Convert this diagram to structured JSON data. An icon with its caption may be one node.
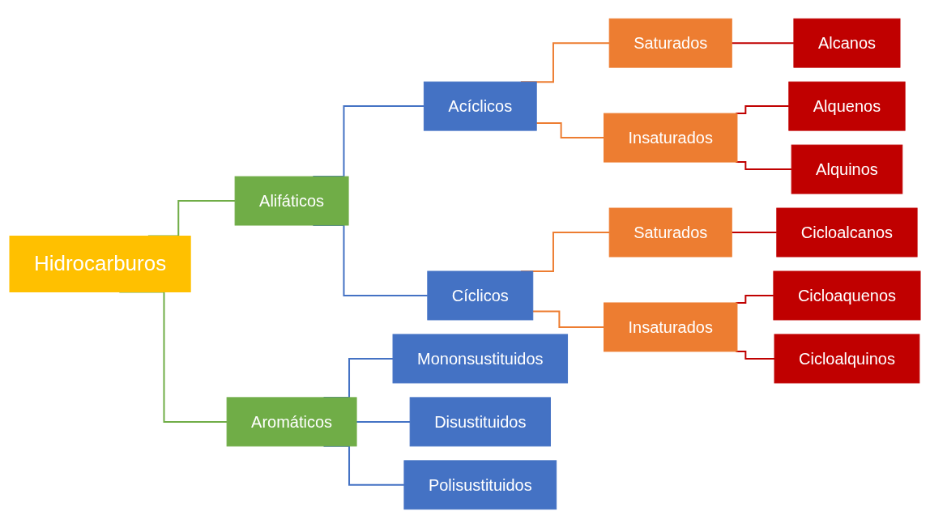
{
  "diagram": {
    "nodes": [
      {
        "text": [
          "Hidrocarburos"
        ]
      },
      {
        "text": [
          "Alifáticos"
        ]
      },
      {
        "text": [
          "Aromáticos"
        ]
      },
      {
        "text": [
          "Acíclicos"
        ]
      },
      {
        "text": [
          "Cíclicos"
        ]
      },
      {
        "text": [
          "Mononsustituidos"
        ]
      },
      {
        "text": [
          "Disustituidos"
        ]
      },
      {
        "text": [
          "Polisustituidos"
        ]
      },
      {
        "text": [
          "Saturados"
        ]
      },
      {
        "text": [
          "Insaturados"
        ]
      },
      {
        "text": [
          "Saturados"
        ]
      },
      {
        "text": [
          "Insaturados"
        ]
      },
      {
        "text": [
          "Alcanos"
        ]
      },
      {
        "text": [
          "Alquenos"
        ]
      },
      {
        "text": [
          "Alquinos"
        ]
      },
      {
        "text": [
          "Cicloalcanos"
        ]
      },
      {
        "text": [
          "Cicloaquenos"
        ]
      },
      {
        "text": [
          "Cicloalquinos"
        ]
      }
    ],
    "edges": [
      {
        "from": 0,
        "to": 1,
        "arrow": "none",
        "color": "#70ad47"
      },
      {
        "from": 0,
        "to": 2,
        "arrow": "none",
        "color": "#70ad47"
      },
      {
        "from": 1,
        "to": 3,
        "arrow": "none",
        "color": "#4472c4"
      },
      {
        "from": 1,
        "to": 4,
        "arrow": "none",
        "color": "#4472c4"
      },
      {
        "from": 2,
        "to": 5,
        "arrow": "none",
        "color": "#4472c4"
      },
      {
        "from": 2,
        "to": 6,
        "arrow": "none",
        "color": "#4472c4"
      },
      {
        "from": 2,
        "to": 7,
        "arrow": "none",
        "color": "#4472c4"
      },
      {
        "from": 3,
        "to": 8,
        "arrow": "none",
        "color": "#ed7d31"
      },
      {
        "from": 3,
        "to": 9,
        "arrow": "none",
        "color": "#ed7d31"
      },
      {
        "from": 4,
        "to": 10,
        "arrow": "none",
        "color": "#ed7d31"
      },
      {
        "from": 4,
        "to": 11,
        "arrow": "none",
        "color": "#ed7d31"
      },
      {
        "from": 8,
        "to": 12,
        "arrow": "none",
        "color": "#c00000"
      },
      {
        "from": 9,
        "to": 13,
        "arrow": "none",
        "color": "#c00000"
      },
      {
        "from": 9,
        "to": 14,
        "arrow": "none",
        "color": "#c00000"
      },
      {
        "from": 10,
        "to": 15,
        "arrow": "none",
        "color": "#c00000"
      },
      {
        "from": 11,
        "to": 16,
        "arrow": "none",
        "color": "#c00000"
      },
      {
        "from": 11,
        "to": 17,
        "arrow": "none",
        "color": "#c00000"
      }
    ]
  }
}
